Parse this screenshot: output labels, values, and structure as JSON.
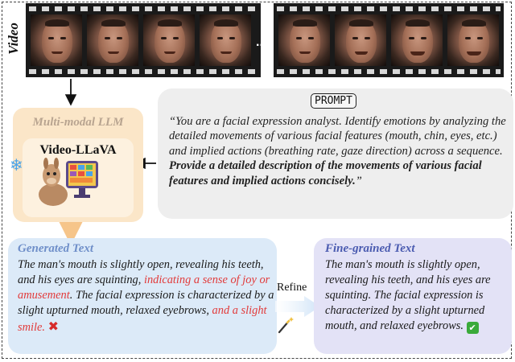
{
  "video": {
    "label": "Video",
    "ellipsis": "..."
  },
  "llm": {
    "section_title": "Multi-modal LLM",
    "model_name": "Video-LLaVA",
    "frozen_icon": "snowflake-icon"
  },
  "prompt": {
    "badge": "PROMPT",
    "text_regular": "“You are a facial expression analyst. Identify emotions by analyzing the detailed movements of various facial features (mouth, chin, eyes, etc.) and implied actions (breathing rate, gaze direction) across a sequence. ",
    "text_bold": "Provide a detailed description of the movements of various facial features and implied actions concisely.",
    "text_close": "”"
  },
  "generated": {
    "title": "Generated Text",
    "text_1": "The man's mouth is slightly open, revealing his teeth, and his eyes are squinting, ",
    "text_red_1": "indicating a sense of joy or amusement",
    "text_2": ". The facial expression is characterized by a slight upturned mouth, relaxed eyebrows, ",
    "text_red_2": "and a slight smile.",
    "mark": "✖",
    "mark_icon": "cross-mark-icon"
  },
  "refine": {
    "label": "Refine",
    "icon": "magic-wand-icon"
  },
  "fine_grained": {
    "title": "Fine-grained Text",
    "text": "The man's mouth is slightly open, revealing his teeth, and his eyes are squinting. The facial expression is characterized by a slight upturned mouth, and relaxed eyebrows.",
    "mark": "✔",
    "mark_icon": "check-mark-icon"
  },
  "colors": {
    "llm_bg": "#fbe6c8",
    "prompt_bg": "#eeeeee",
    "generated_bg": "#dceaf8",
    "fine_bg": "#e3e2f6",
    "highlight_red": "#e23a3a"
  }
}
